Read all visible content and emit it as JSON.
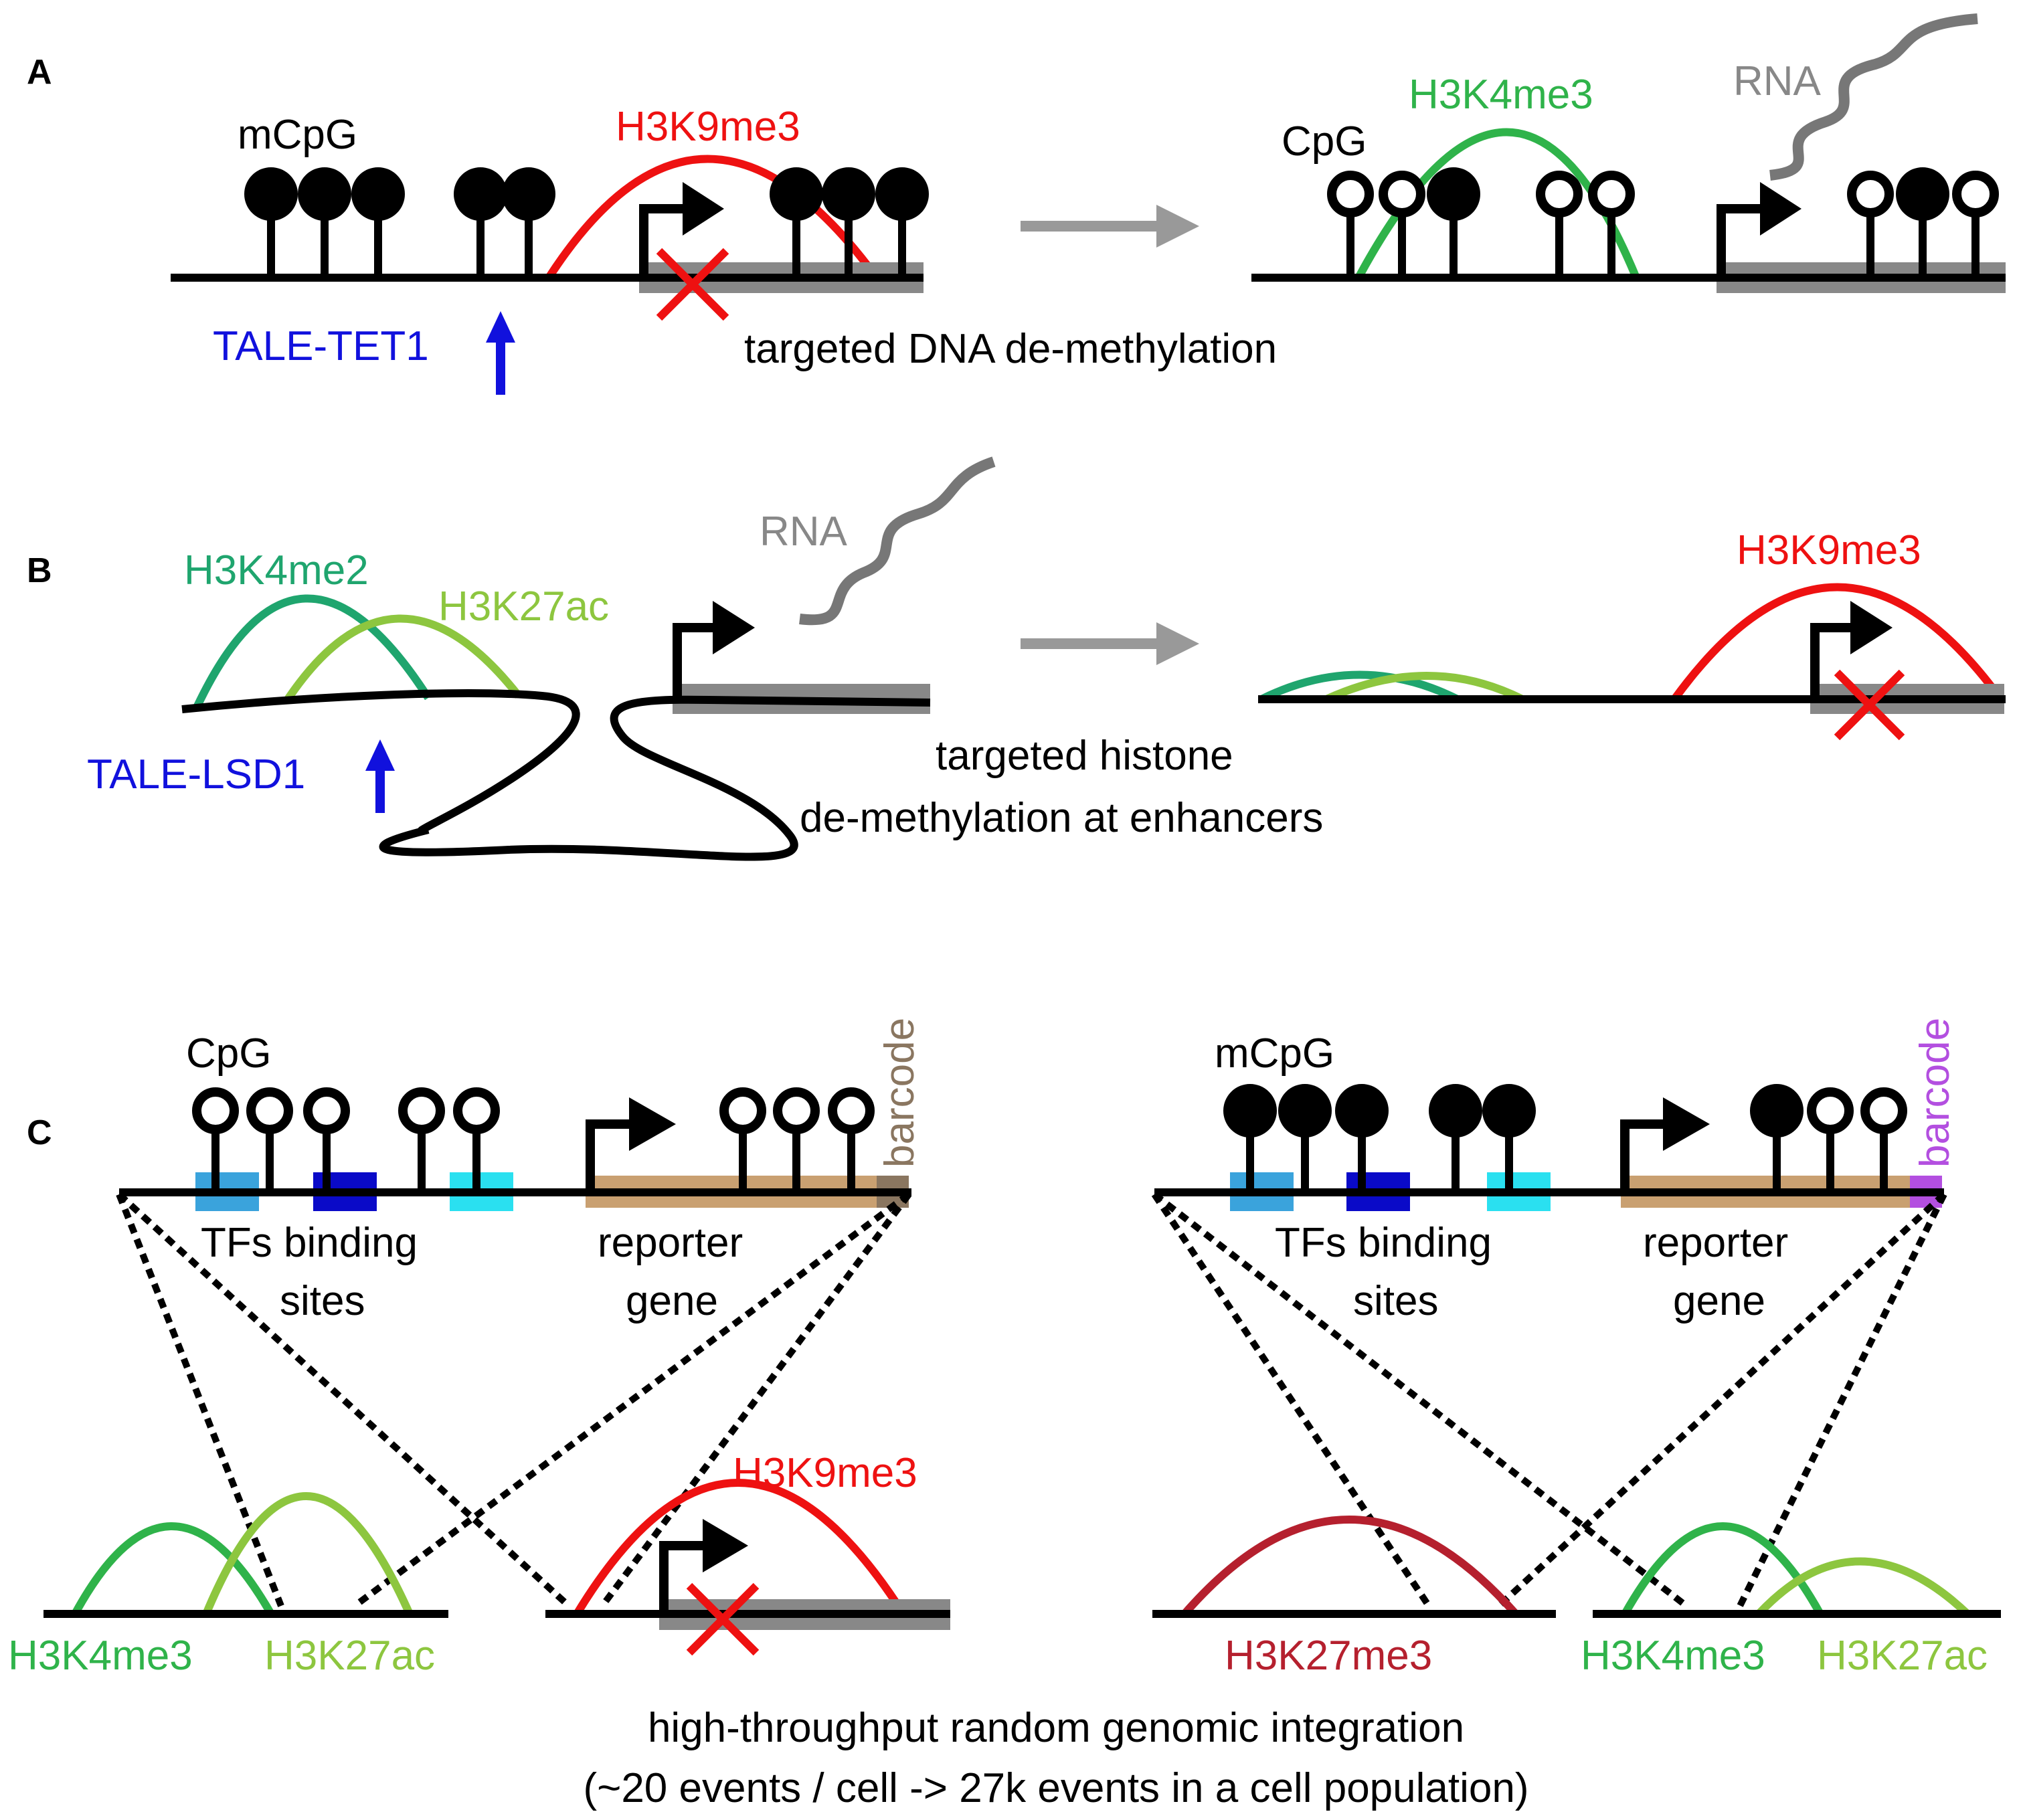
{
  "colors": {
    "black": "#000000",
    "red": "#ee1111",
    "green": "#2fb34a",
    "teal": "#1fa56e",
    "lightgreen": "#8dc63f",
    "gray": "#888888",
    "blue": "#1111dd",
    "darkred": "#b5202e",
    "tan": "#c9a071",
    "skyblue": "#3aa3dc",
    "navy": "#0a0ac8",
    "cyan": "#2ae0f0",
    "brown": "#8a7660",
    "purple": "#b34fe0"
  },
  "panel_a": {
    "letter": "A",
    "mcpg": "mCpG",
    "h3k9me3": "H3K9me3",
    "tale_tet1": "TALE-TET1",
    "caption": "targeted DNA de-methylation",
    "cpg": "CpG",
    "h3k4me3": "H3K4me3",
    "rna": "RNA"
  },
  "panel_b": {
    "letter": "B",
    "h3k4me2": "H3K4me2",
    "h3k27ac": "H3K27ac",
    "rna": "RNA",
    "tale_lsd1": "TALE-LSD1",
    "caption_line1": "targeted histone",
    "caption_line2": "de-methylation at enhancers",
    "h3k9me3": "H3K9me3"
  },
  "panel_c": {
    "letter": "C",
    "left_construct": {
      "cpg": "CpG",
      "barcode": "barcode",
      "tfs_line1": "TFs binding",
      "tfs_line2": "sites",
      "reporter_line1": "reporter",
      "reporter_line2": "gene"
    },
    "right_construct": {
      "mcpg": "mCpG",
      "barcode": "barcode",
      "tfs_line1": "TFs binding",
      "tfs_line2": "sites",
      "reporter_line1": "reporter",
      "reporter_line2": "gene"
    },
    "sites": {
      "left_h3k4me3": "H3K4me3",
      "left_h3k27ac": "H3K27ac",
      "h3k9me3": "H3K9me3",
      "h3k27me3": "H3K27me3",
      "right_h3k4me3": "H3K4me3",
      "right_h3k27ac": "H3K27ac"
    },
    "caption_line1": "high-throughput random genomic integration",
    "caption_line2": "(~20 events / cell -> 27k events in a cell population)"
  }
}
